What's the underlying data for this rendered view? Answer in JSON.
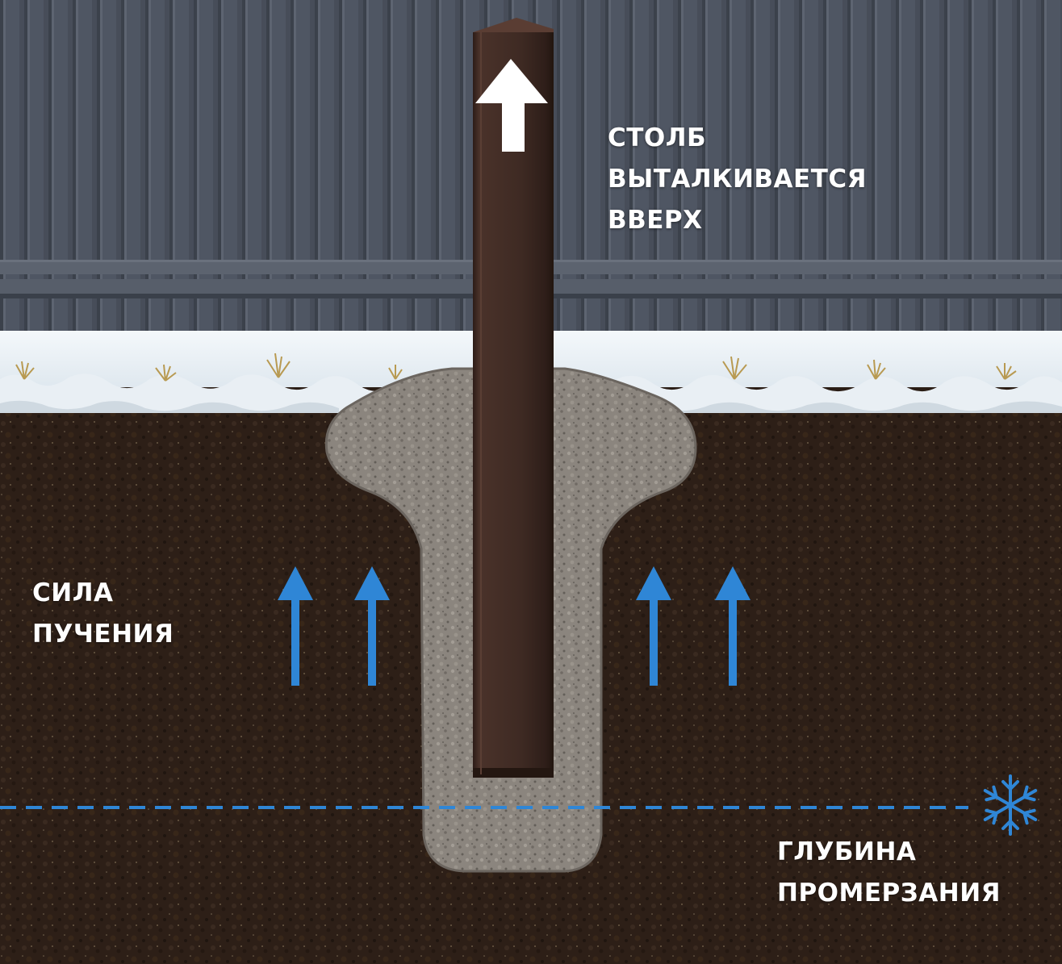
{
  "labels": {
    "post_pushed": [
      "СТОЛБ",
      "ВЫТАЛКИВАЕТСЯ",
      "ВВЕРХ"
    ],
    "heave_force": [
      "СИЛА",
      "ПУЧЕНИЯ"
    ],
    "freeze_depth": [
      "ГЛУБИНА",
      "ПРОМЕРЗАНИЯ"
    ]
  },
  "icons": {
    "post_arrow": "white-up-arrow-icon",
    "heave_arrows": "blue-up-arrow-icon",
    "freeze": "snowflake-icon"
  },
  "colors": {
    "fence": "#4e5561",
    "fence_dark": "#3a404a",
    "snow": "#eef3f7",
    "soil": "#2e2018",
    "concrete": "#8d8781",
    "post": "#3a2620",
    "arrow_blue": "#2f86d6",
    "freeze_line": "#2f86d6",
    "text": "#ffffff"
  }
}
